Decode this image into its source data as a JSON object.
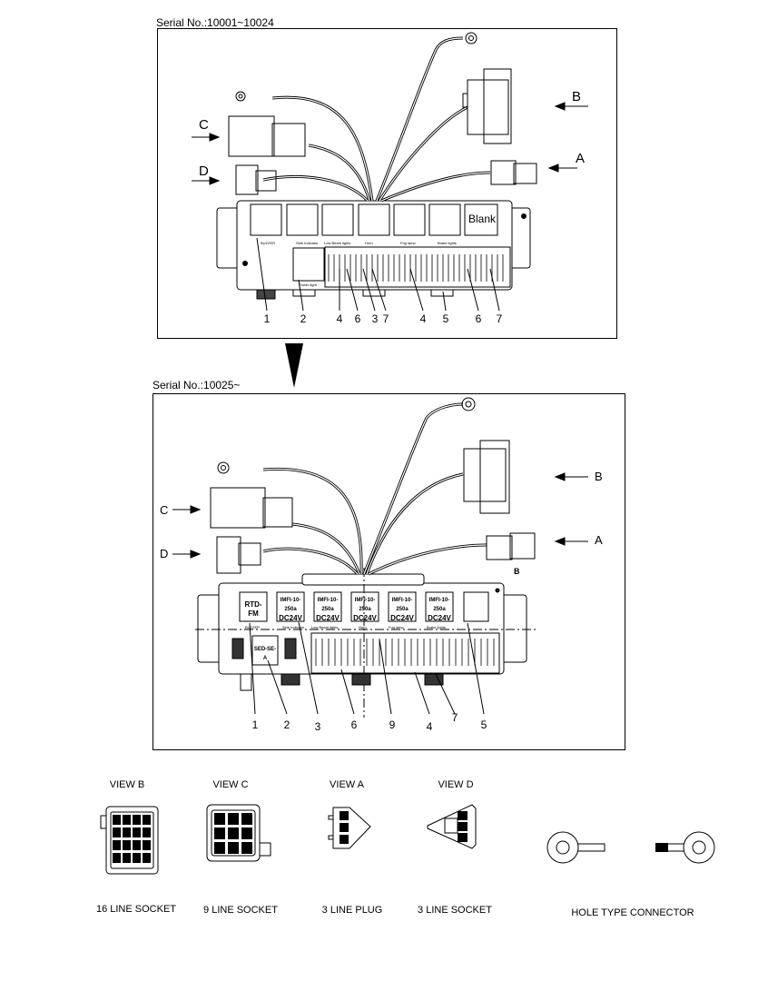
{
  "top": {
    "serial": "Serial No.:10001~10024",
    "arrows": [
      "B",
      "A",
      "C",
      "D"
    ],
    "relay_blank": "Blank",
    "numbers": [
      "1",
      "2",
      "4",
      "6",
      "3",
      "7",
      "4",
      "5",
      "6",
      "7"
    ],
    "tiny_labels": [
      "BUZZER",
      "Side Indicator",
      "Low Beam lights",
      "Horn",
      "Fog lamp",
      "Brake lights",
      "Power light"
    ]
  },
  "bottom": {
    "serial": "Serial No.:10025~",
    "arrows": [
      "B",
      "A",
      "C",
      "D"
    ],
    "relay_first": "RTD-FM",
    "relay_text_line1": "IMFI-10-250a",
    "relay_text_line2": "DC24V",
    "relay_flasher": "SED-SE-A",
    "corner_letter": "B",
    "numbers": [
      "1",
      "2",
      "3",
      "6",
      "9",
      "4",
      "7",
      "5"
    ],
    "tiny_labels": [
      "BUZZER",
      "Side Indicator",
      "Low Beam lights",
      "Horn",
      "Fog lamp",
      "Brake lights"
    ]
  },
  "views": {
    "view_b": "VIEW B",
    "view_c": "VIEW C",
    "view_a": "VIEW A",
    "view_d": "VIEW D",
    "cap_b": "16 LINE SOCKET",
    "cap_c": "9 LINE SOCKET",
    "cap_a": "3 LINE  PLUG",
    "cap_d": "3 LINE SOCKET",
    "cap_hole": "HOLE TYPE CONNECTOR"
  }
}
